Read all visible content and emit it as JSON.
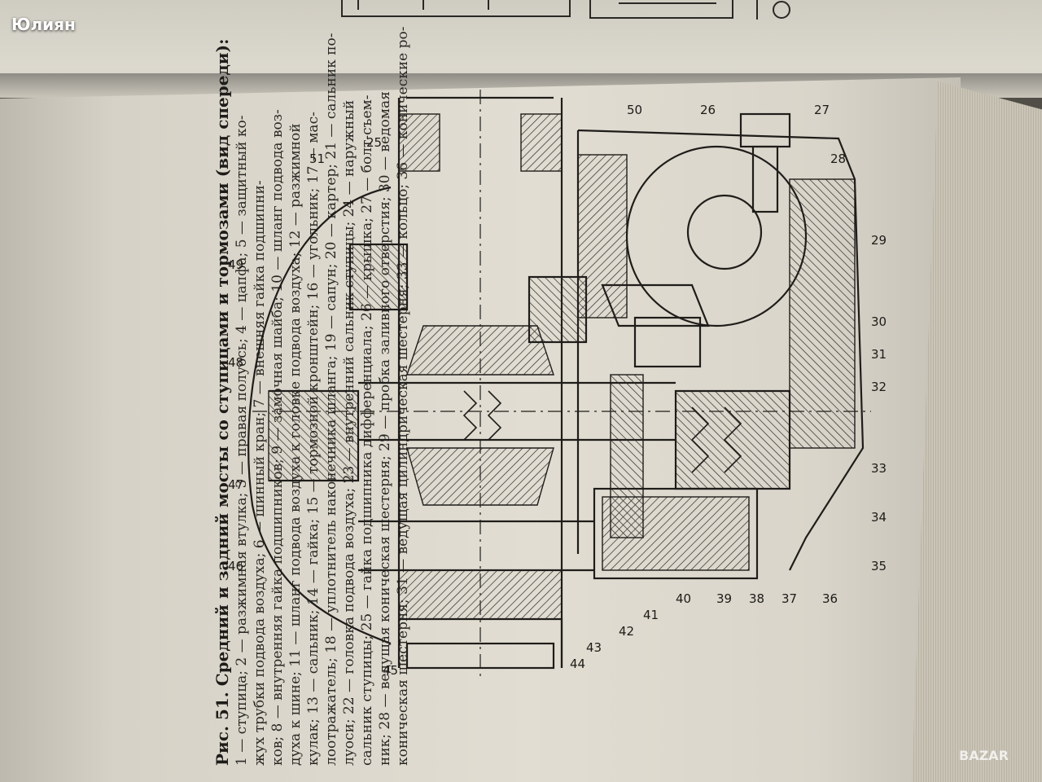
{
  "overlay": {
    "username": "Юлиян",
    "watermark": "BAZAR"
  },
  "figure": {
    "title": "Рис. 51. Средний и задний мосты со ступицами и тормозами (вид спереди):",
    "caption_lines": [
      "1 — ступица; 2 — разжимная втулка; 3 — правая полуось; 4 — цапфа; 5 — защитный ко-",
      "жух трубки подвода воздуха; 6 — шинный кран; 7 — внешняя гайка подшипни-",
      "ков; 8 — внутренняя гайка подшипников; 9 — замочная шайба; 10 — шланг подвода воз-",
      "духа к шине; 11 — шланг подвода воздуха к головке подвода воздуха; 12 — разжимной",
      "кулак; 13 — сальник; 14 — гайка; 15 — тормозной кронштейн; 16 — угольник; 17 — мас-",
      "лоотражатель; 18 — уплотнитель наконечника шланга; 19 — сапун; 20 — картер; 21 — сальник по-",
      "луоси; 22 — головка подвода воздуха; 23 — внутренний сальник ступицы; 24 — наружный",
      "сальник ступицы; 25 — гайка подшипника дифференциала; 26 — крышка; 27 — болт-съем-",
      "ник; 28 — ведущая коническая шестерня; 29 — пробка заливного отверстия; 30 — ведомая",
      "коническая шестерня; 31 — ведущая цилиндрическая шестерня; 33 — кольцо; 36 — конические ро-"
    ],
    "part_labels": [
      "27",
      "26",
      "50",
      "25",
      "51",
      "28",
      "29",
      "30",
      "31",
      "32",
      "33",
      "34",
      "35",
      "36",
      "37",
      "38",
      "39",
      "40",
      "41",
      "42",
      "43",
      "44",
      "45",
      "46",
      "47",
      "48",
      "49"
    ]
  }
}
